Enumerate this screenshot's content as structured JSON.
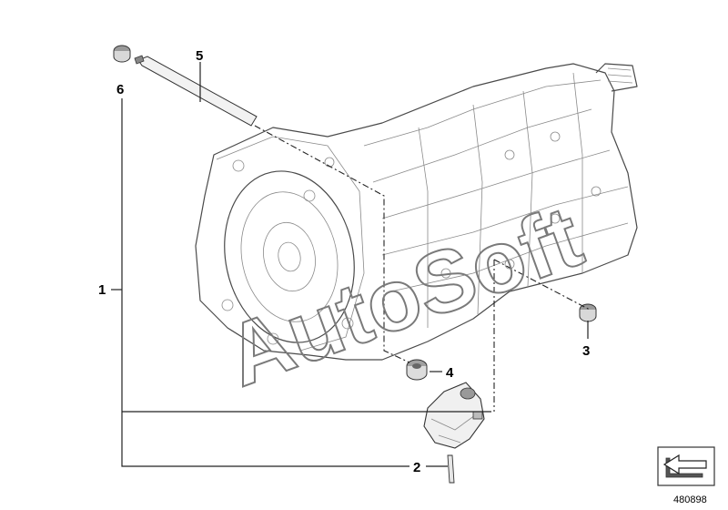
{
  "diagram": {
    "callouts": [
      {
        "id": "1",
        "label": "1"
      },
      {
        "id": "2",
        "label": "2"
      },
      {
        "id": "3",
        "label": "3"
      },
      {
        "id": "4",
        "label": "4"
      },
      {
        "id": "5",
        "label": "5"
      },
      {
        "id": "6",
        "label": "6"
      }
    ],
    "watermark": "AutoSoft",
    "reference_number": "480898"
  }
}
